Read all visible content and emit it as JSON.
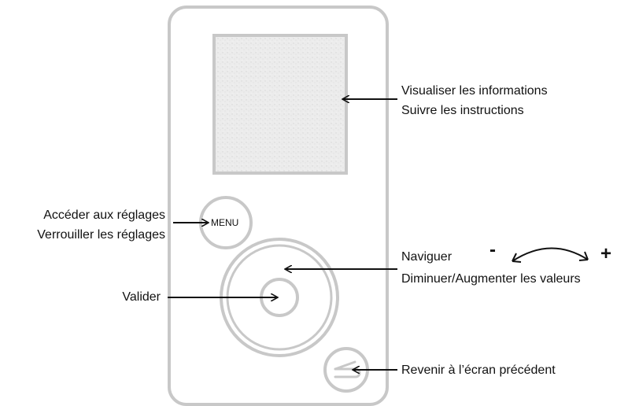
{
  "device": {
    "menu_button_label": "MENU"
  },
  "annotations": {
    "screen_line1": "Visualiser les informations",
    "screen_line2": "Suivre les instructions",
    "menu_line1": "Accéder aux réglages",
    "menu_line2": "Verrouiller les réglages",
    "wheel_line1": "Naviguer",
    "wheel_line2": "Diminuer/Augmenter les valeurs",
    "wheel_minus": "-",
    "wheel_plus": "+",
    "validate": "Valider",
    "back": "Revenir à l’écran précédent"
  },
  "icons": {
    "back_button": "return-arrow-icon",
    "arrows": "arrow-left-icon"
  },
  "colors": {
    "device_outline": "#c8c8c8",
    "screen_fill": "#ececec",
    "arrow": "#111111"
  }
}
